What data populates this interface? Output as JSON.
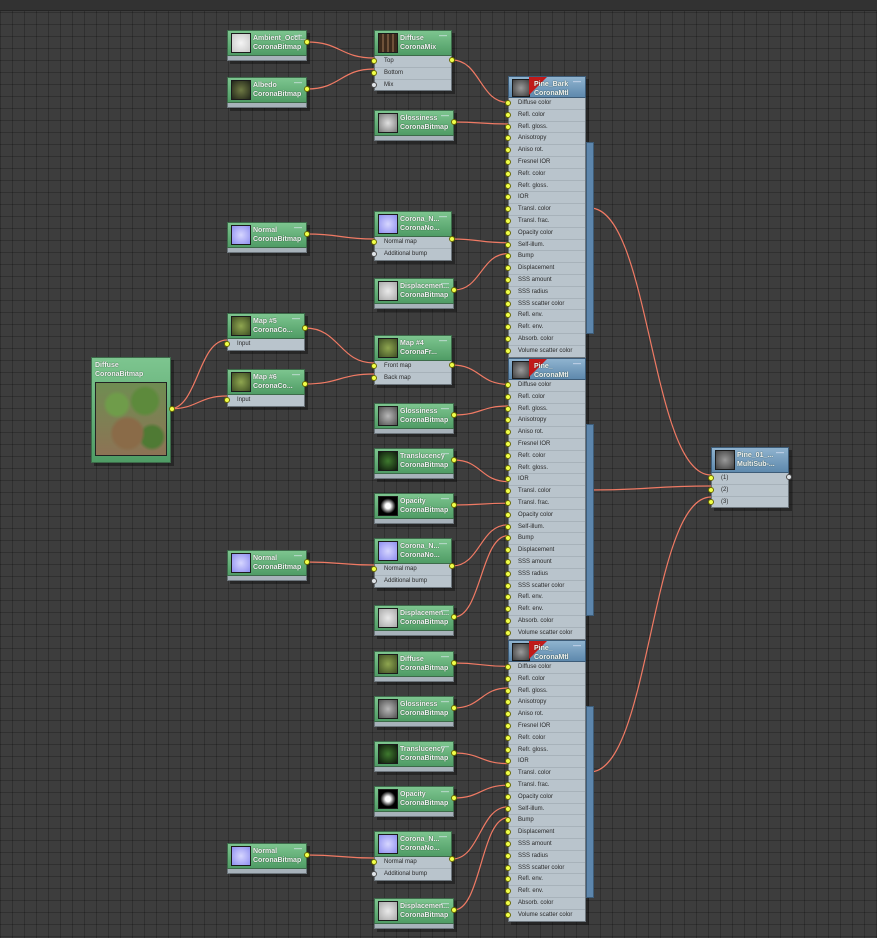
{
  "bitmaps": [
    {
      "id": "ao",
      "line1": "Ambient_Occl...",
      "line2": "CoronaBitmap",
      "thumb": "sketch"
    },
    {
      "id": "albedo",
      "line1": "Albedo",
      "line2": "CoronaBitmap",
      "thumb": "dark"
    },
    {
      "id": "gloss1",
      "line1": "Glossiness",
      "line2": "CoronaBitmap",
      "thumb": "gloss"
    },
    {
      "id": "normal1",
      "line1": "Normal",
      "line2": "CoronaBitmap",
      "thumb": "normal"
    },
    {
      "id": "disp1",
      "line1": "Displacemen...",
      "line2": "CoronaBitmap",
      "thumb": "disp"
    },
    {
      "id": "gloss2",
      "line1": "Glossiness",
      "line2": "CoronaBitmap",
      "thumb": "glossbright"
    },
    {
      "id": "trans2",
      "line1": "Translucency",
      "line2": "CoronaBitmap",
      "thumb": "trans"
    },
    {
      "id": "opac2",
      "line1": "Opacity",
      "line2": "CoronaBitmap",
      "thumb": "opac"
    },
    {
      "id": "normal2",
      "line1": "Normal",
      "line2": "CoronaBitmap",
      "thumb": "normal"
    },
    {
      "id": "disp2",
      "line1": "Displacemen...",
      "line2": "CoronaBitmap",
      "thumb": "disp"
    },
    {
      "id": "diff3",
      "line1": "Diffuse",
      "line2": "CoronaBitmap",
      "thumb": "leaf"
    },
    {
      "id": "gloss3",
      "line1": "Glossiness",
      "line2": "CoronaBitmap",
      "thumb": "glossbright"
    },
    {
      "id": "trans3",
      "line1": "Translucency",
      "line2": "CoronaBitmap",
      "thumb": "trans"
    },
    {
      "id": "opac3",
      "line1": "Opacity",
      "line2": "CoronaBitmap",
      "thumb": "opac"
    },
    {
      "id": "normal3b",
      "line1": "Normal",
      "line2": "CoronaBitmap",
      "thumb": "normal"
    },
    {
      "id": "disp3",
      "line1": "Displacemen...",
      "line2": "CoronaBitmap",
      "thumb": "disp"
    }
  ],
  "mix": {
    "line1": "Diffuse",
    "line2": "CoronaMix",
    "rows": [
      "Top",
      "Bottom",
      "Mix"
    ]
  },
  "normal_nodes": [
    {
      "id": "nn1",
      "line1": "Corona_N...",
      "line2": "CoronaNo...",
      "rows": [
        "Normal map",
        "Additional bump"
      ]
    },
    {
      "id": "nn2",
      "line1": "Corona_N...",
      "line2": "CoronaNo...",
      "rows": [
        "Normal map",
        "Additional bump"
      ]
    },
    {
      "id": "nn3",
      "line1": "Corona_N...",
      "line2": "CoronaNo...",
      "rows": [
        "Normal map",
        "Additional bump"
      ]
    }
  ],
  "map5": {
    "line1": "Map #5",
    "line2": "CoronaCo...",
    "rows": [
      "Input"
    ]
  },
  "map6": {
    "line1": "Map #6",
    "line2": "CoronaCo...",
    "rows": [
      "Input"
    ]
  },
  "map4": {
    "line1": "Map #4",
    "line2": "CoronaFr...",
    "rows": [
      "Front map",
      "Back map"
    ]
  },
  "diffuse_big": {
    "line1": "Diffuse",
    "line2": "CoronaBitmap"
  },
  "materials": [
    {
      "line1": "Pine_Bark",
      "line2": "CoronaMtl"
    },
    {
      "line1": "Pine_",
      "line2": "CoronaMtl"
    },
    {
      "line1": "Pine_",
      "line2": "CoronaMtl"
    }
  ],
  "mtl_slots": [
    "Diffuse color",
    "Refl. color",
    "Refl. gloss.",
    "Anisotropy",
    "Aniso rot.",
    "Fresnel IOR",
    "Refr. color",
    "Refr. gloss.",
    "IOR",
    "Transl. color",
    "Transl. frac.",
    "Opacity color",
    "Self-illum.",
    "Bump",
    "Displacement",
    "SSS amount",
    "SSS radius",
    "SSS scatter color",
    "Refl. env.",
    "Refr. env.",
    "Absorb. color",
    "Volume scatter color"
  ],
  "multi": {
    "line1": "Pine_01_...",
    "line2": "MultiSub-...",
    "rows": [
      "(1)",
      "(2)",
      "(3)"
    ]
  },
  "colors": {
    "wire": "#f07a64",
    "node_green": "#5fae74",
    "node_blue": "#6f97bb",
    "port_active": "#f0ff4a"
  }
}
